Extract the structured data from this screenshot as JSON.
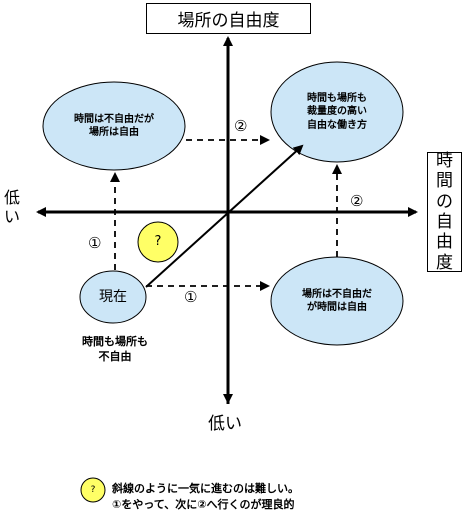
{
  "top_axis_label": "場所の自由度",
  "right_axis_label": [
    "時",
    "間",
    "の",
    "自",
    "由",
    "度"
  ],
  "left_low_label": "低\nい",
  "bottom_low_label": "低い",
  "bubbles": {
    "top_left": "時間は不自由だが\n場所は自由",
    "top_right": "時間も場所も\n裁量度の高い\n自由な働き方",
    "bottom_right": "場所は不自由だ\nが時間は自由",
    "current": "現在"
  },
  "current_caption": "時間も場所も\n不自由",
  "question_mark": "?",
  "step_labels": {
    "one": "①",
    "two": "②"
  },
  "legend": {
    "icon": "?",
    "line1": "斜線のように一気に進むのは難しい。",
    "line2": "①をやって、次に②へ行くのが理良的"
  },
  "colors": {
    "ellipse_fill": "#cce6f7",
    "question_fill": "#ffff66",
    "line": "#000000"
  }
}
